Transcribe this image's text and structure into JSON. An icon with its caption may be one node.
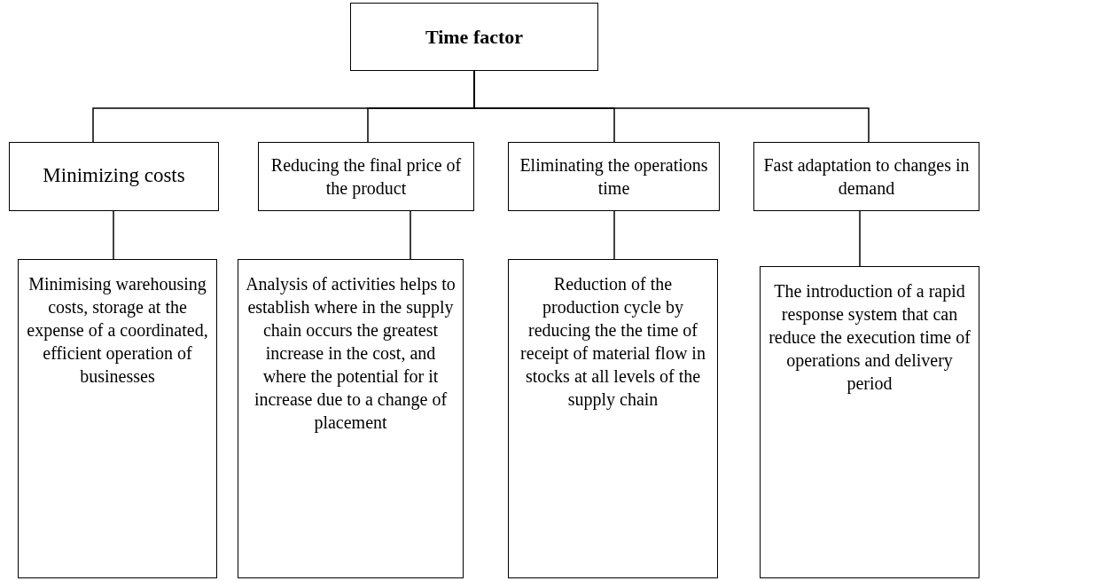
{
  "diagram": {
    "nodes": [
      {
        "text": [
          "Time factor"
        ]
      },
      {
        "text": [
          "Minimizing costs"
        ]
      },
      {
        "text": [
          "Reducing the final price of the product"
        ]
      },
      {
        "text": [
          "Eliminating the operations time"
        ]
      },
      {
        "text": [
          "Fast adaptation to changes in demand"
        ]
      },
      {
        "text": [
          "Minimising warehousing costs, storage at the expense of a coordinated, efficient operation of businesses"
        ]
      },
      {
        "text": [
          "Analysis of activities helps to establish where in the supply chain occurs the greatest increase in the cost, and where the potential for it increase due to a change of placement"
        ]
      },
      {
        "text": [
          "Reduction of the production cycle by reducing the the time of receipt of material flow in stocks at all levels of the supply chain"
        ]
      },
      {
        "text": [
          "The introduction of a rapid response system that can reduce the execution time of operations and delivery period"
        ]
      }
    ],
    "edges": [
      {
        "from": 0,
        "to": 1,
        "arrow": "none"
      },
      {
        "from": 0,
        "to": 2,
        "arrow": "none"
      },
      {
        "from": 0,
        "to": 3,
        "arrow": "none"
      },
      {
        "from": 0,
        "to": 4,
        "arrow": "none"
      },
      {
        "from": 1,
        "to": 5,
        "arrow": "none"
      },
      {
        "from": 2,
        "to": 6,
        "arrow": "none"
      },
      {
        "from": 3,
        "to": 7,
        "arrow": "none"
      },
      {
        "from": 4,
        "to": 8,
        "arrow": "none"
      }
    ]
  }
}
